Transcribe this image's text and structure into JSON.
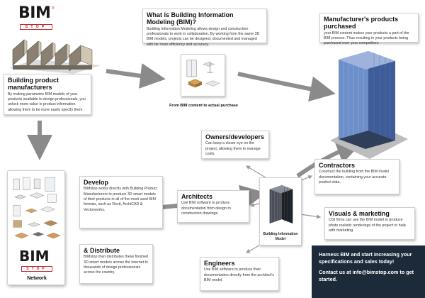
{
  "logo": {
    "bim": "BIM",
    "registered": "®",
    "stop": "STOP"
  },
  "manufacturers": {
    "title": "Building product manufacturers",
    "text": "By making parametric BIM models of your products available to design professionals, you unlock more value in product information allowing them to be more easily specify them."
  },
  "what_is_bim": {
    "title": "What is Building Information Modeling (BIM)?",
    "text": "Building Information Modeling allows design and construction professionals to work in collaboration. By working from the same 3D BIM models, projects can be designed, documented and managed with far more efficiency and accuracy."
  },
  "purchased": {
    "title": "Manufacturer's products purchased",
    "text": "your BIM content makes your products a part of the BIM process. Thus resulting in your products being purchased over your competitors."
  },
  "from_bim_caption": "From BIM content to actual purchase",
  "owners": {
    "title": "Owners/developers",
    "text": "Can keep a closer eye on the project, allowing them to manage costs."
  },
  "develop": {
    "title": "Develop",
    "text": "BIMstop works directly with Building Product Manufacturers to produce 3D smart models of their products in all of the most used BIM formats, such as Revit, ArchiCAD & Vectorworks."
  },
  "contractors": {
    "title": "Contractors",
    "text": "Construct the building from the BIM model documentation, containing your accurate product data."
  },
  "architects": {
    "title": "Architects",
    "text": "Use BIM software to produce documentation from design to construction drawings."
  },
  "bim_model_caption": "Building Information Model",
  "visuals": {
    "title": "Visuals & marketing",
    "text": "CGI firms can use the BIM model to produce photo realistic renderings of the project to help with marketing."
  },
  "distribute": {
    "title": "& Distribute",
    "text": "BIMstop then distributes these finished 3D smart models across the internet to thousands of design professionals across the country."
  },
  "engineers": {
    "title": "Engineers",
    "text": "Use BIM software to produce their documentation directly from the architect's BIM model."
  },
  "network": {
    "bim": "BIM",
    "stop": "STOP",
    "label": "Network"
  },
  "cta": {
    "line1": "Harness BIM and start increasing your specifications and sales today!",
    "line2": "Contact us at info@bimstop.com to get started."
  },
  "colors": {
    "brand_red": "#c1272d",
    "tower_blue": "#6d8fc9",
    "cta_bg": "#1c2a3a"
  }
}
